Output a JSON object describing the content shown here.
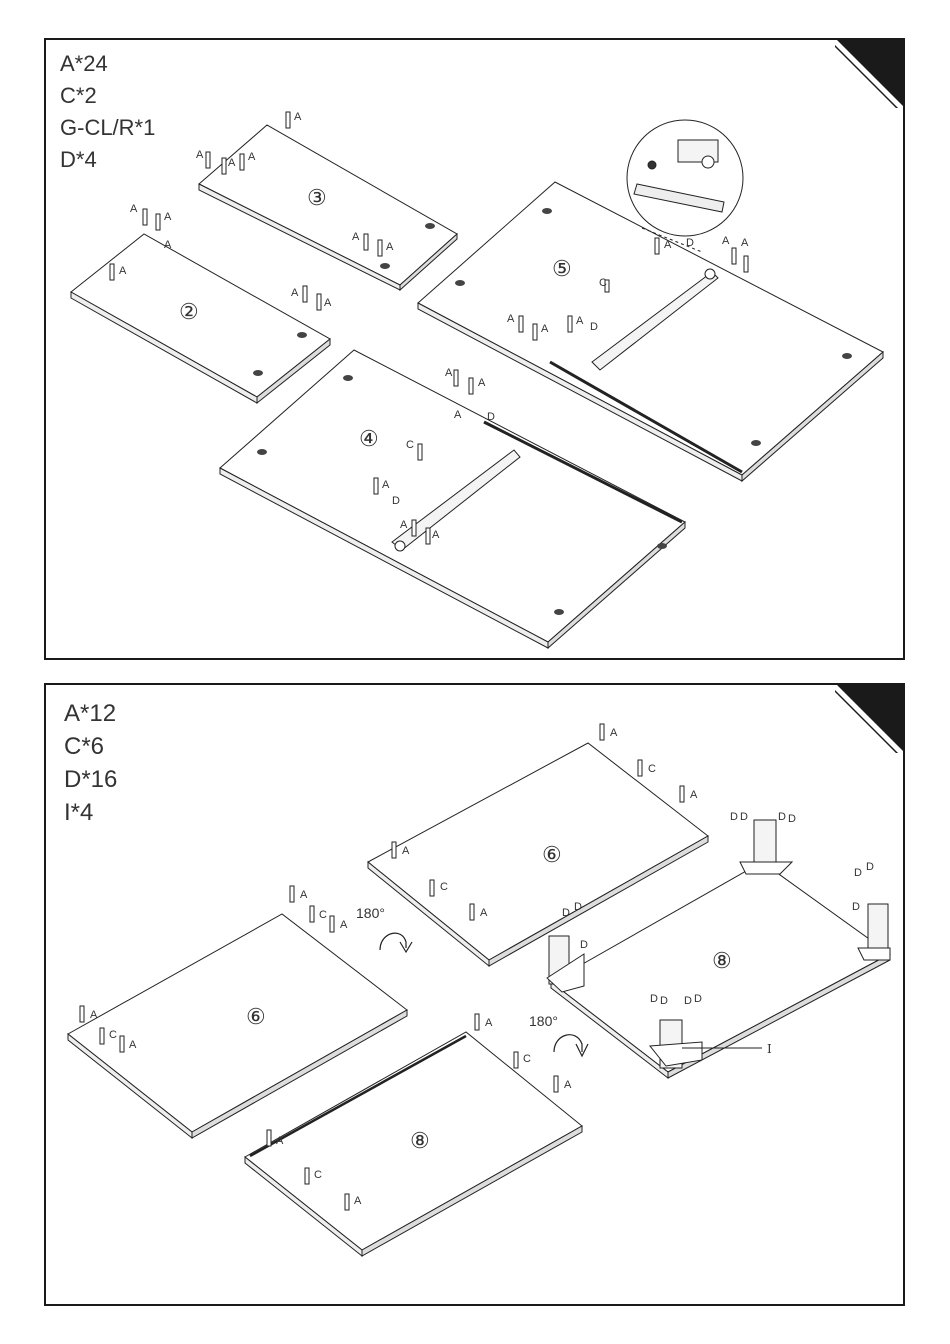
{
  "step1": {
    "parts": [
      "A*24",
      "C*2",
      "G-CL/R*1",
      "D*4"
    ],
    "panel_numbers": {
      "p3": "③",
      "p2": "②",
      "p5": "⑤",
      "p4": "④"
    },
    "letters": {
      "A": "A",
      "C": "C",
      "D": "D"
    }
  },
  "step2": {
    "parts": [
      "A*12",
      "C*6",
      "D*16",
      "I*4"
    ],
    "panel_numbers": {
      "p6a": "⑥",
      "p6b": "⑥",
      "p8a": "⑧",
      "p8b": "⑧"
    },
    "rotation": "180°",
    "leg_label": "I",
    "letters": {
      "A": "A",
      "C": "C",
      "D": "D"
    }
  }
}
